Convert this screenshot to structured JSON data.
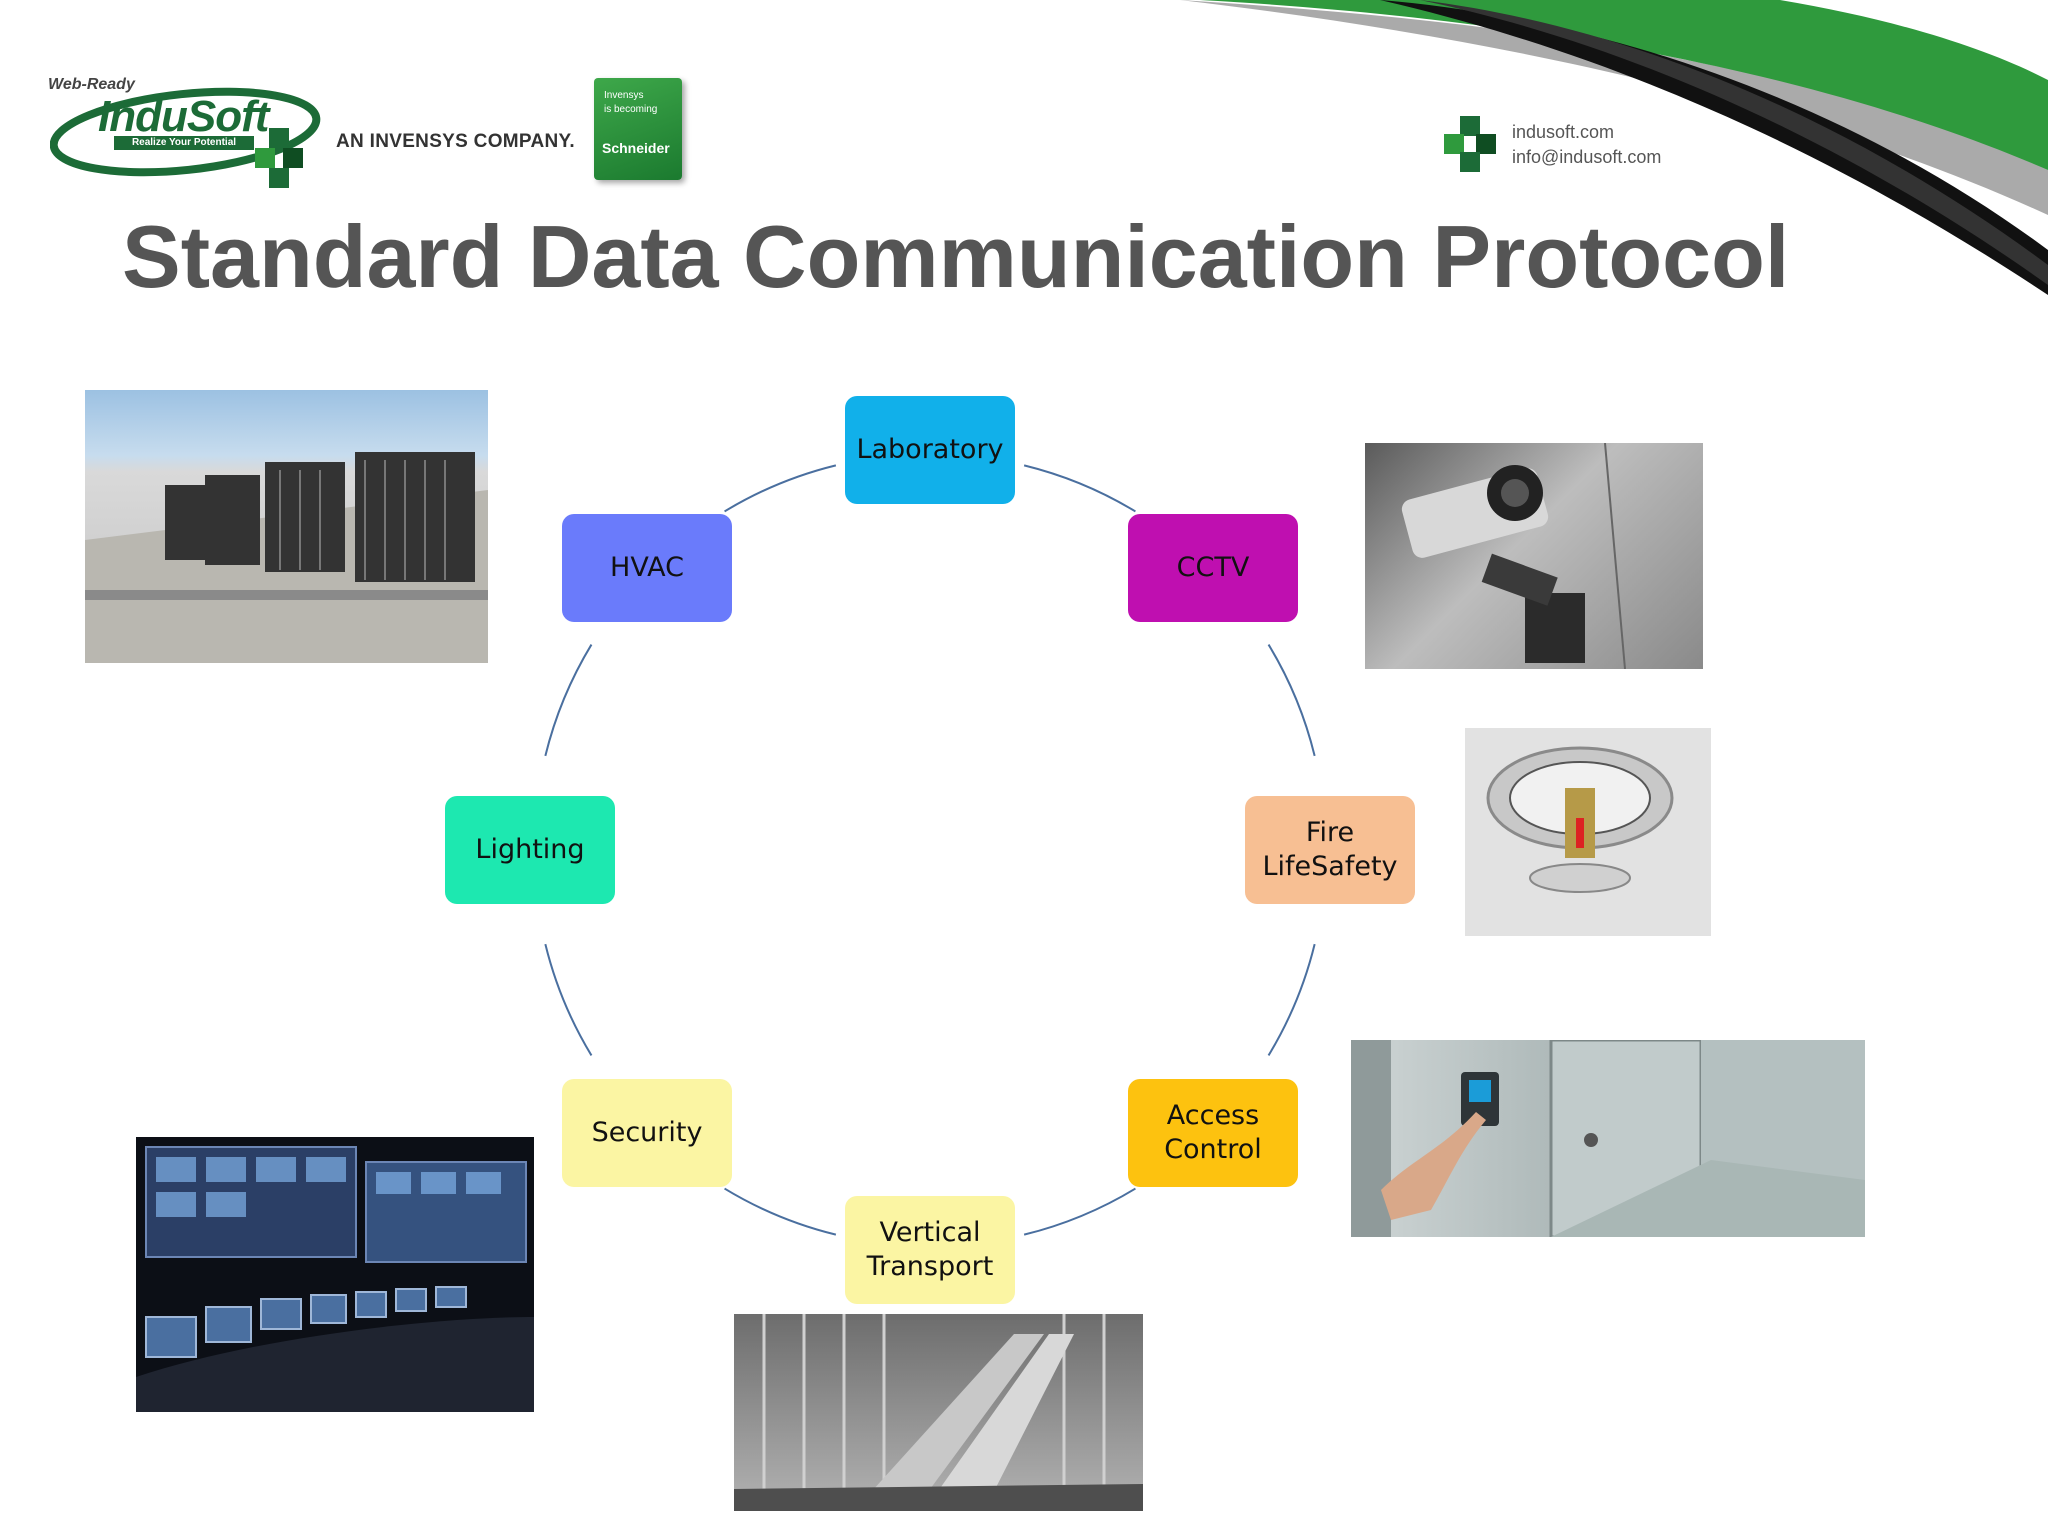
{
  "header": {
    "logo": {
      "prefix": "Web-Ready",
      "name": "InduSoft",
      "tagline": "Realize Your Potential"
    },
    "company_line": "AN INVENSYS COMPANY.",
    "schneider_badge": {
      "line1": "Invensys",
      "line2": "is becoming",
      "name": "Schneider"
    },
    "contact": {
      "website": "indusoft.com",
      "email": "info@indusoft.com"
    }
  },
  "title": "Standard Data Communication Protocol",
  "diagram": {
    "type": "cycle",
    "nodes": [
      {
        "label": "Laboratory",
        "color": "#11b0ea"
      },
      {
        "label": "CCTV",
        "color": "#bf0fb0"
      },
      {
        "label": "Fire\nLifeSafety",
        "color": "#f7bf93"
      },
      {
        "label": "Access\nControl",
        "color": "#fdc20f"
      },
      {
        "label": "Vertical\nTransport",
        "color": "#fbf5a3"
      },
      {
        "label": "Security",
        "color": "#fbf5a3"
      },
      {
        "label": "Lighting",
        "color": "#1de8b0"
      },
      {
        "label": "HVAC",
        "color": "#6a7bfb"
      }
    ],
    "connector_color": "#4a6f9f"
  },
  "photos": [
    {
      "subject": "hvac-units"
    },
    {
      "subject": "cctv-camera"
    },
    {
      "subject": "fire-sprinkler"
    },
    {
      "subject": "access-keypad"
    },
    {
      "subject": "escalators"
    },
    {
      "subject": "control-room"
    }
  ],
  "colors": {
    "title": "#555555",
    "brand_green": "#1c6b37",
    "swoosh_green": "#2f9a3d"
  }
}
